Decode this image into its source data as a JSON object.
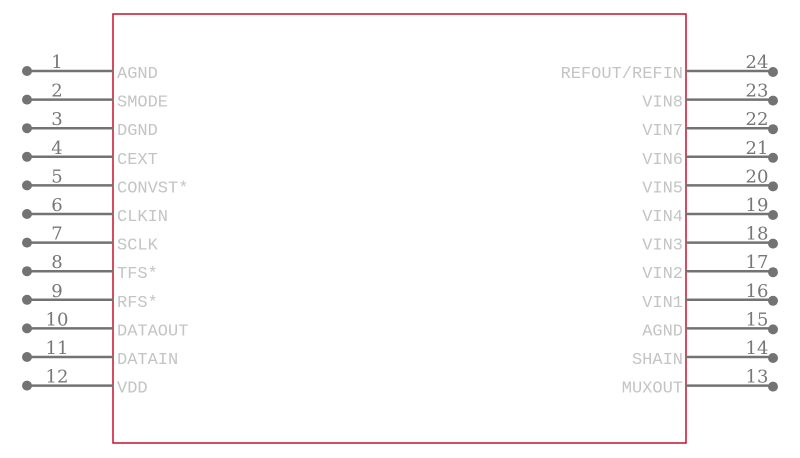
{
  "colors": {
    "body": "#c8102e",
    "pin": "#737373",
    "label": "#c4c4c4"
  },
  "left_pins": [
    {
      "num": "1",
      "name": "AGND"
    },
    {
      "num": "2",
      "name": "SMODE"
    },
    {
      "num": "3",
      "name": "DGND"
    },
    {
      "num": "4",
      "name": "CEXT"
    },
    {
      "num": "5",
      "name": "CONVST*"
    },
    {
      "num": "6",
      "name": "CLKIN"
    },
    {
      "num": "7",
      "name": "SCLK"
    },
    {
      "num": "8",
      "name": "TFS*"
    },
    {
      "num": "9",
      "name": "RFS*"
    },
    {
      "num": "10",
      "name": "DATAOUT"
    },
    {
      "num": "11",
      "name": "DATAIN"
    },
    {
      "num": "12",
      "name": "VDD"
    }
  ],
  "right_pins": [
    {
      "num": "24",
      "name": "REFOUT/REFIN"
    },
    {
      "num": "23",
      "name": "VIN8"
    },
    {
      "num": "22",
      "name": "VIN7"
    },
    {
      "num": "21",
      "name": "VIN6"
    },
    {
      "num": "20",
      "name": "VIN5"
    },
    {
      "num": "19",
      "name": "VIN4"
    },
    {
      "num": "18",
      "name": "VIN3"
    },
    {
      "num": "17",
      "name": "VIN2"
    },
    {
      "num": "16",
      "name": "VIN1"
    },
    {
      "num": "15",
      "name": "AGND"
    },
    {
      "num": "14",
      "name": "SHAIN"
    },
    {
      "num": "13",
      "name": "MUXOUT"
    }
  ]
}
